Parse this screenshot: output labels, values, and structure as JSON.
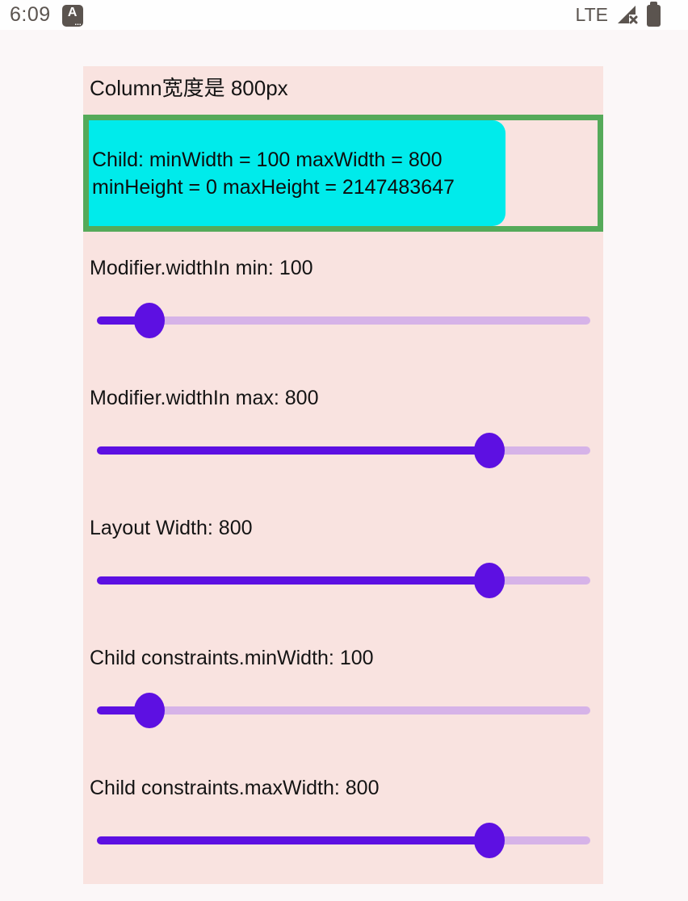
{
  "status_bar": {
    "time": "6:09",
    "app_icon_glyph": "A",
    "app_icon_dots": "...",
    "network_label": "LTE",
    "icons": [
      "a-app-icon",
      "signal-no-internet-icon",
      "battery-full-icon"
    ]
  },
  "panel": {
    "title": "Column宽度是 800px",
    "child_box": {
      "line1": "Child: minWidth = 100 maxWidth = 800",
      "line2": "minHeight = 0 maxHeight = 2147483647"
    },
    "sliders": [
      {
        "label": "Modifier.widthIn min: 100",
        "value": 100,
        "percent": 10.6
      },
      {
        "label": "Modifier.widthIn max: 800",
        "value": 800,
        "percent": 79.5
      },
      {
        "label": "Layout Width: 800",
        "value": 800,
        "percent": 79.5
      },
      {
        "label": "Child constraints.minWidth: 100",
        "value": 100,
        "percent": 10.6
      },
      {
        "label": "Child constraints.maxWidth: 800",
        "value": 800,
        "percent": 79.5
      }
    ]
  },
  "colors": {
    "accent": "#5d10e2",
    "track_inactive": "#d6b3e8",
    "panel_bg": "#f9e3e0",
    "child_bg": "#00ebeb",
    "child_border": "#55aa5a",
    "page_bg": "#fbf7f8",
    "statusbar_fg": "#5b544f"
  }
}
